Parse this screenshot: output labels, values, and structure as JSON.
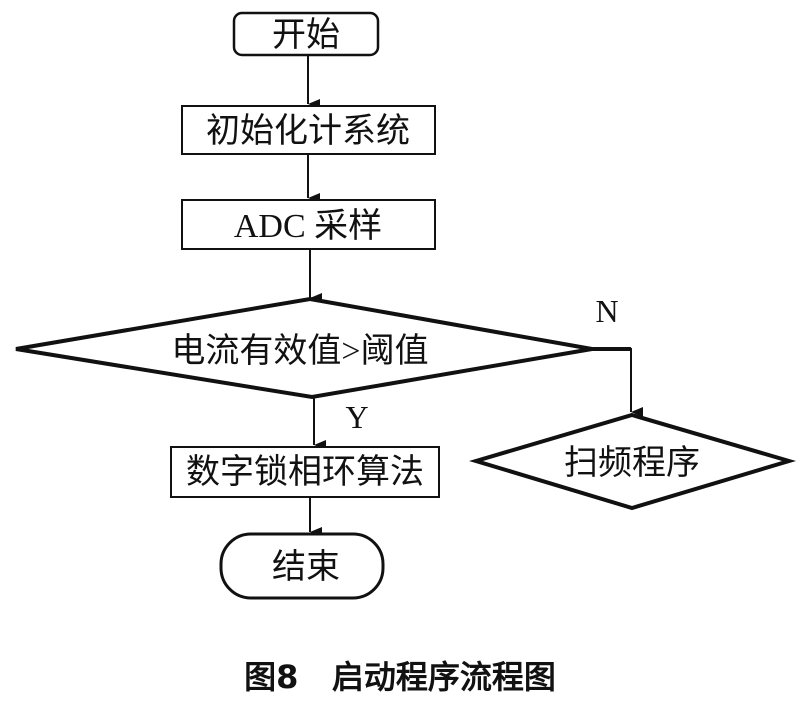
{
  "diagram": {
    "type": "flowchart",
    "nodes": [
      {
        "id": "start",
        "shape": "terminator",
        "label": "开始"
      },
      {
        "id": "init",
        "shape": "process",
        "label": "初始化计系统"
      },
      {
        "id": "adc",
        "shape": "process",
        "label": "ADC 采样"
      },
      {
        "id": "check",
        "shape": "decision",
        "label": "电流有效值>阈值"
      },
      {
        "id": "pll",
        "shape": "process",
        "label": "数字锁相环算法"
      },
      {
        "id": "sweep",
        "shape": "decision",
        "label": "扫频程序"
      },
      {
        "id": "end",
        "shape": "terminator",
        "label": "结束"
      }
    ],
    "edges": [
      {
        "from": "start",
        "to": "init",
        "label": ""
      },
      {
        "from": "init",
        "to": "adc",
        "label": ""
      },
      {
        "from": "adc",
        "to": "check",
        "label": ""
      },
      {
        "from": "check",
        "to": "pll",
        "label": "Y"
      },
      {
        "from": "check",
        "to": "sweep",
        "label": "N"
      },
      {
        "from": "pll",
        "to": "end",
        "label": ""
      }
    ],
    "caption": "图8   启动程序流程图"
  }
}
